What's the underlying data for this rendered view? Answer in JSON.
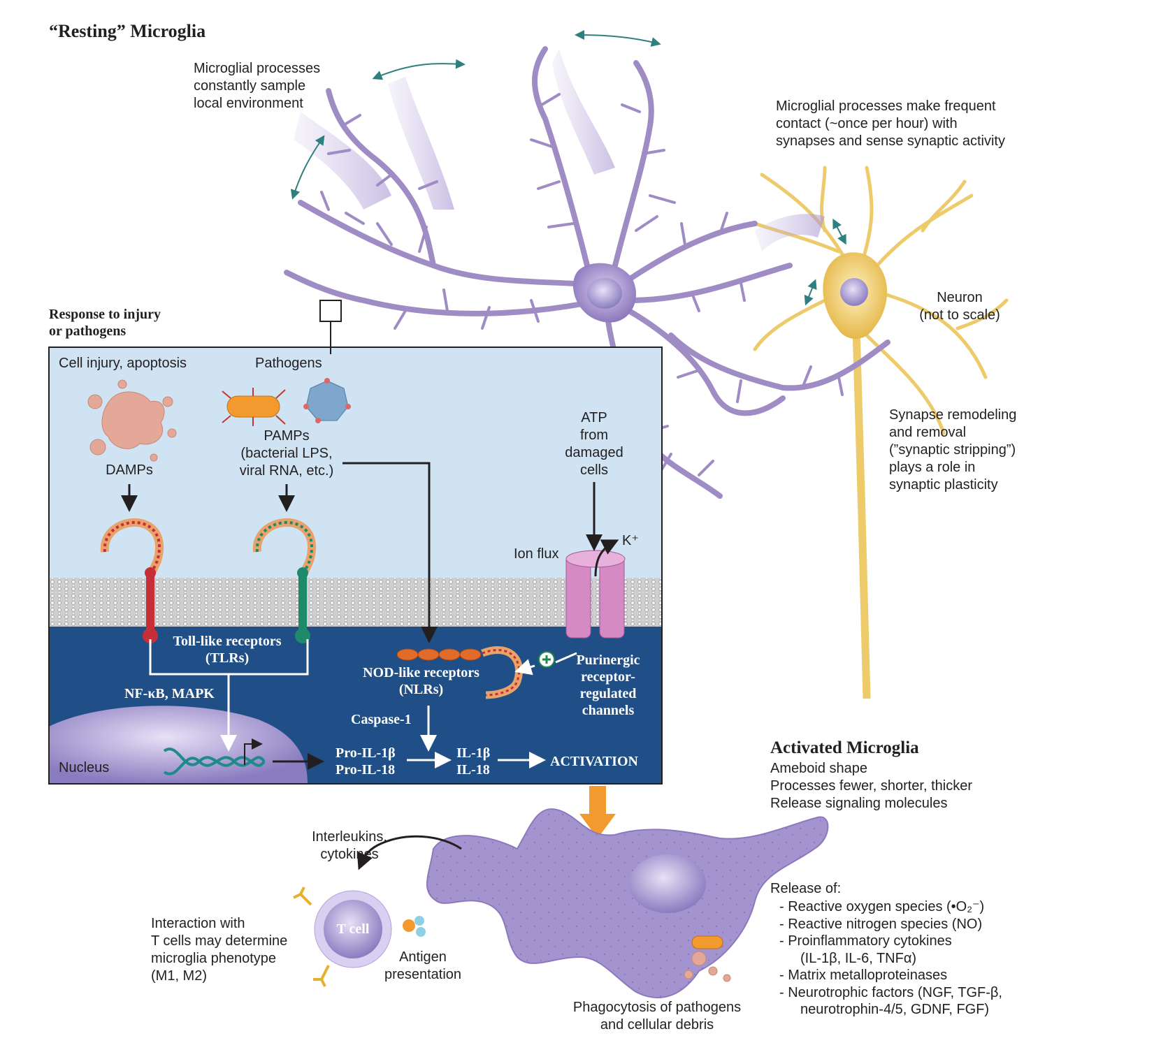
{
  "title": "“Resting” Microglia",
  "notes": {
    "sampling": "Microglial processes\nconstantly sample\nlocal environment",
    "contact": "Microglial processes make frequent\ncontact (~once per hour) with\nsynapses and sense synaptic activity",
    "neuron": "Neuron\n(not to scale)",
    "synapse": "Synapse remodeling\nand removal\n(”synaptic stripping”)\nplays a role in\nsynaptic plasticity"
  },
  "inset": {
    "heading": "Response to injury\nor pathogens",
    "cell_injury": "Cell injury, apoptosis",
    "pathogens": "Pathogens",
    "damps": "DAMPs",
    "pamps": "PAMPs\n(bacterial LPS,\nviral RNA, etc.)",
    "atp": "ATP\nfrom\ndamaged\ncells",
    "ion_flux": "Ion flux",
    "k_plus": "K⁺",
    "tlr": "Toll-like receptors\n(TLRs)",
    "nfkb": "NF-κB, MAPK",
    "nlr": "NOD-like receptors\n(NLRs)",
    "purinergic": "Purinergic\nreceptor-\nregulated\nchannels",
    "caspase": "Caspase-1",
    "nucleus": "Nucleus",
    "pro_il": "Pro-IL-1β\nPro-IL-18",
    "il": "IL-1β\nIL-18",
    "activation": "ACTIVATION"
  },
  "activated": {
    "title": "Activated Microglia",
    "lines": "Ameboid shape\nProcesses fewer, shorter, thicker\nRelease signaling molecules",
    "release_heading": "Release of:",
    "release_items": [
      "- Reactive oxygen species (•O₂⁻)",
      "- Reactive nitrogen species (NO)",
      "- Proinflammatory cytokines",
      "(IL-1β, IL-6, TNFα)",
      "- Matrix metalloproteinases",
      "- Neurotrophic factors (NGF, TGF-β,",
      "neurotrophin-4/5, GDNF, FGF)"
    ],
    "interleukins": "Interleukins,\ncytokines",
    "tcell": "T cell",
    "interaction": "Interaction with\nT cells may determine\nmicroglia phenotype\n(M1, M2)",
    "antigen": "Antigen\npresentation",
    "phagocytosis": "Phagocytosis of pathogens\nand cellular debris"
  },
  "colors": {
    "microglia": "#9f8cc4",
    "neuron": "#edcb6a",
    "cytoplasm": "#1f4f86",
    "extracellular": "#cfe3f3",
    "arrow_orange": "#f29a2e"
  }
}
